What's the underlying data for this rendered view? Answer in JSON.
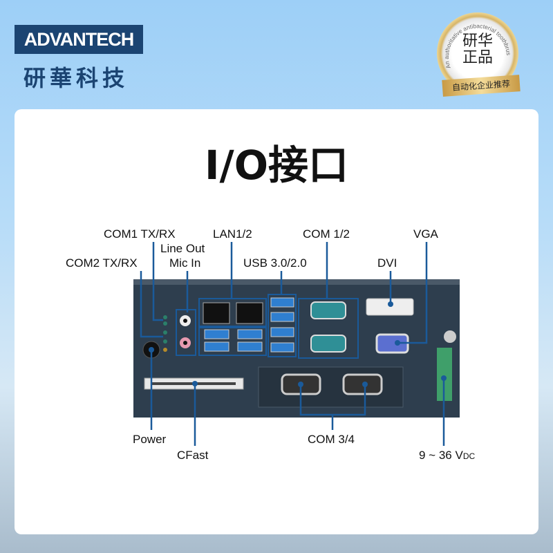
{
  "brand": {
    "logo": "ADVANTECH",
    "chinese_name": "研華科技"
  },
  "badge": {
    "center": "研华正品",
    "arc_text": "An authoritative antibacterial toothbrus",
    "ribbon": "自动化企业推荐"
  },
  "title": "I/O接口",
  "labels": {
    "com1_txrx": "COM1 TX/RX",
    "line_out": "Line Out",
    "mic_in": "Mic In",
    "com2_txrx": "COM2 TX/RX",
    "lan": "LAN1/2",
    "usb": "USB 3.0/2.0",
    "com12": "COM 1/2",
    "dvi": "DVI",
    "vga": "VGA",
    "power": "Power",
    "cfast": "CFast",
    "com34": "COM 3/4",
    "dc_main": "9 ~ 36 V",
    "dc_sub": "DC"
  },
  "colors": {
    "leader": "#1a5a9a",
    "panel": "#2e3e4e",
    "brand": "#1b4472"
  }
}
